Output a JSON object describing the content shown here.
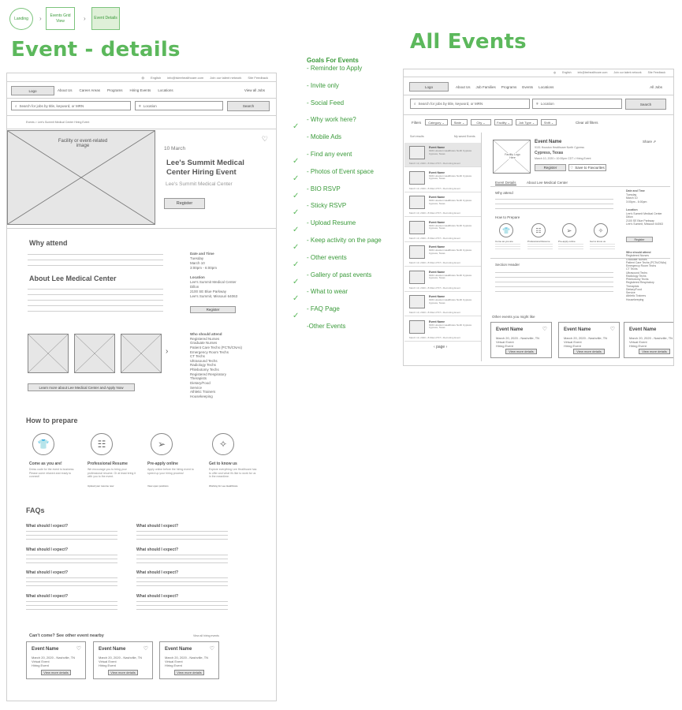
{
  "flow": {
    "node1": "Landing",
    "node2": "Events Grid View",
    "node3": "Event Details"
  },
  "titles": {
    "left": "Event - details",
    "right": "All Events"
  },
  "goals": {
    "title": "Goals For Events",
    "items": [
      "- Reminder to Apply",
      "- Invite only",
      "- Social Feed",
      "- Why work here?",
      "- Mobile Ads",
      "- Find any event",
      "- Photos of Event space",
      "- BIO RSVP",
      "- Sticky RSVP",
      "- Upload Resume",
      "- Keep activity on the page",
      "- Other events",
      "- Gallery of past events",
      "- What to wear",
      "- FAQ Page",
      "-Other Events"
    ]
  },
  "details": {
    "util": {
      "lang": "English",
      "email": "info@lsleehealthcare.com",
      "network": "Join our talent network",
      "feedback": "Site Feedback"
    },
    "nav": {
      "logo": "Logo",
      "items": [
        "About Us",
        "Career Areas",
        "Programs",
        "Hiring Events",
        "Locations"
      ],
      "view_all": "View all Jobs"
    },
    "search": {
      "placeholder": "Search for jobs by title, keyword, or MRN",
      "location": "Location",
      "button": "Search"
    },
    "breadcrumb": "Events > Lee's Summit Medical Center Hiring Event",
    "hero": {
      "img": "Facility or event-related image",
      "date": "10 March",
      "title": "Lee's Summit Medical Center Hiring Event",
      "subtitle": "Lee's Summit Medical Center",
      "register": "Register"
    },
    "why": "Why attend",
    "about": "About Lee Medical Center",
    "side": {
      "dt_label": "Date and Time",
      "dt_lines": [
        "Tuesday",
        "March 10",
        "3:00pm - 6:00pm"
      ],
      "loc_label": "Location",
      "loc_lines": [
        "Lee's Summit Medical Center",
        "Dillon",
        "2100 SE Blue Parkway",
        "Lee's Summit, Missouri 64063"
      ],
      "register": "Register",
      "who_label": "Who should attend",
      "who": [
        "Registered Nurses",
        "Graduate Nurses",
        "Patient Care Techs (PCTs/CNAs)",
        "Emergency Room Techs",
        "CT Techs",
        "Ultrasound Techs",
        "Radiology Techs",
        "Phlebotomy Techs",
        "Registered Respiratory",
        "Therapists",
        "Dietary/Food",
        "Service",
        "Athletic Trainers",
        "Housekeeping"
      ]
    },
    "learn_more": "Learn more about Lee Medical Center and Apply Now",
    "prepare": {
      "title": "How to prepare",
      "items": [
        {
          "t": "Come as you are!",
          "d": "Dress code for the event is business. Please come relaxed and ready to connect!",
          "ex": ""
        },
        {
          "t": "Professional Resume",
          "d": "We encourage you to bring your professional resume. Or at least bring it with you to the event.",
          "ex": "Upload your resume now"
        },
        {
          "t": "Pre-apply online",
          "d": "Apply online before the hiring event to speed up your hiring process!",
          "ex": "View open positions"
        },
        {
          "t": "Get to know us",
          "d": "Explore everything Lee Healthcare has to offer and what it's like to work for us in the meantime.",
          "ex": "Working for Lee Healthcare"
        }
      ]
    },
    "faqs": {
      "title": "FAQs",
      "q": "What should I expect?"
    },
    "nearby": {
      "title": "Can't come? See other event nearby",
      "view_all": "View all hiring events",
      "cards": [
        {
          "name": "Event Name",
          "l1": "March 20, 2020 - Nashville, TN",
          "l2": "Virtual Event",
          "l3": "Hiring Event",
          "btn": "View more details"
        },
        {
          "name": "Event Name",
          "l1": "March 20, 2020 - Nashville, TN",
          "l2": "Virtual Event",
          "l3": "Hiring Event",
          "btn": "View more details"
        },
        {
          "name": "Event Name",
          "l1": "March 20, 2020 - Nashville, TN",
          "l2": "Virtual Event",
          "l3": "Hiring Event",
          "btn": "View more details"
        }
      ]
    }
  },
  "all": {
    "util": {
      "lang": "English",
      "email": "info@leehealthcare.com",
      "network": "Join our talent network",
      "feedback": "Site Feedback"
    },
    "nav": {
      "logo": "Logo",
      "items": [
        "About Us",
        "Job Families",
        "Programs",
        "Events",
        "Locations"
      ],
      "view_all": "All Jobs"
    },
    "search": {
      "placeholder": "Search for jobs by title, keyword, or MRN",
      "location": "Location",
      "button": "Search"
    },
    "filters": {
      "label": "Filters",
      "pills": [
        "Category",
        "State",
        "City",
        "Facility",
        "Job Type",
        "Shift"
      ],
      "clear": "Clear all filters"
    },
    "list_header": {
      "sort": "Sort results",
      "toggle": "My saved Events"
    },
    "item": {
      "name": "Event Name",
      "addr": "9101 Houston Healthcare North Cypress Cypress, Texas",
      "meta": "March 10, 2020  •  8:00am PST  •  Recruiting Event"
    },
    "pager": "page",
    "event": {
      "name": "Event Name",
      "addr": "9101 Houston Healthcare North Cypress",
      "city": "Cypress, Texas",
      "date": "March 10, 2020 • 10:00pm CDT • Hiring Event",
      "register": "Register",
      "save": "Save to Favourites",
      "share": "Share",
      "logo": "Facility Logo Here"
    },
    "tabs": [
      "Event Details",
      "About Lee Medical Center"
    ],
    "sections": {
      "why": "Why attend",
      "prepare": "How to Prepare",
      "section": "Section Header",
      "others": "Other events you might like"
    },
    "prep": [
      "Come as you are",
      "Professional Resume",
      "Pre-apply online",
      "Get to know us"
    ],
    "side": {
      "dt_label": "Date and Time",
      "dt_lines": [
        "Tuesday",
        "March 10",
        "3:00pm - 6:00pm"
      ],
      "loc_label": "Location",
      "loc_lines": [
        "Lee's Summit Medical Center",
        "Dillon",
        "2100 SE Blue Parkway",
        "Lee's Summit, Missouri 64063"
      ],
      "register": "Register",
      "who_label": "Who should attend",
      "who": [
        "Registered Nurses",
        "Graduate Nurses",
        "Patient Care Techs (PCTs/CNAs)",
        "Emergency Room Techs",
        "CT Techs",
        "Ultrasound Techs",
        "Radiology Techs",
        "Phlebotomy Techs",
        "Registered Respiratory",
        "Therapists",
        "Dietary/Food",
        "Service",
        "Athletic Trainers",
        "Housekeeping"
      ]
    },
    "cards": [
      {
        "name": "Event Name",
        "l1": "March 20, 2020 - Nashville, TN",
        "l2": "Virtual Event",
        "l3": "Hiring Event",
        "btn": "View more details"
      },
      {
        "name": "Event Name",
        "l1": "March 20, 2020 - Nashville, TN",
        "l2": "Virtual Event",
        "l3": "Hiring Event",
        "btn": "View more details"
      },
      {
        "name": "Event Name",
        "l1": "March 20, 2020 - Nashville, TN",
        "l2": "Virtual Event",
        "l3": "Hiring Event",
        "btn": "View more details"
      }
    ]
  }
}
